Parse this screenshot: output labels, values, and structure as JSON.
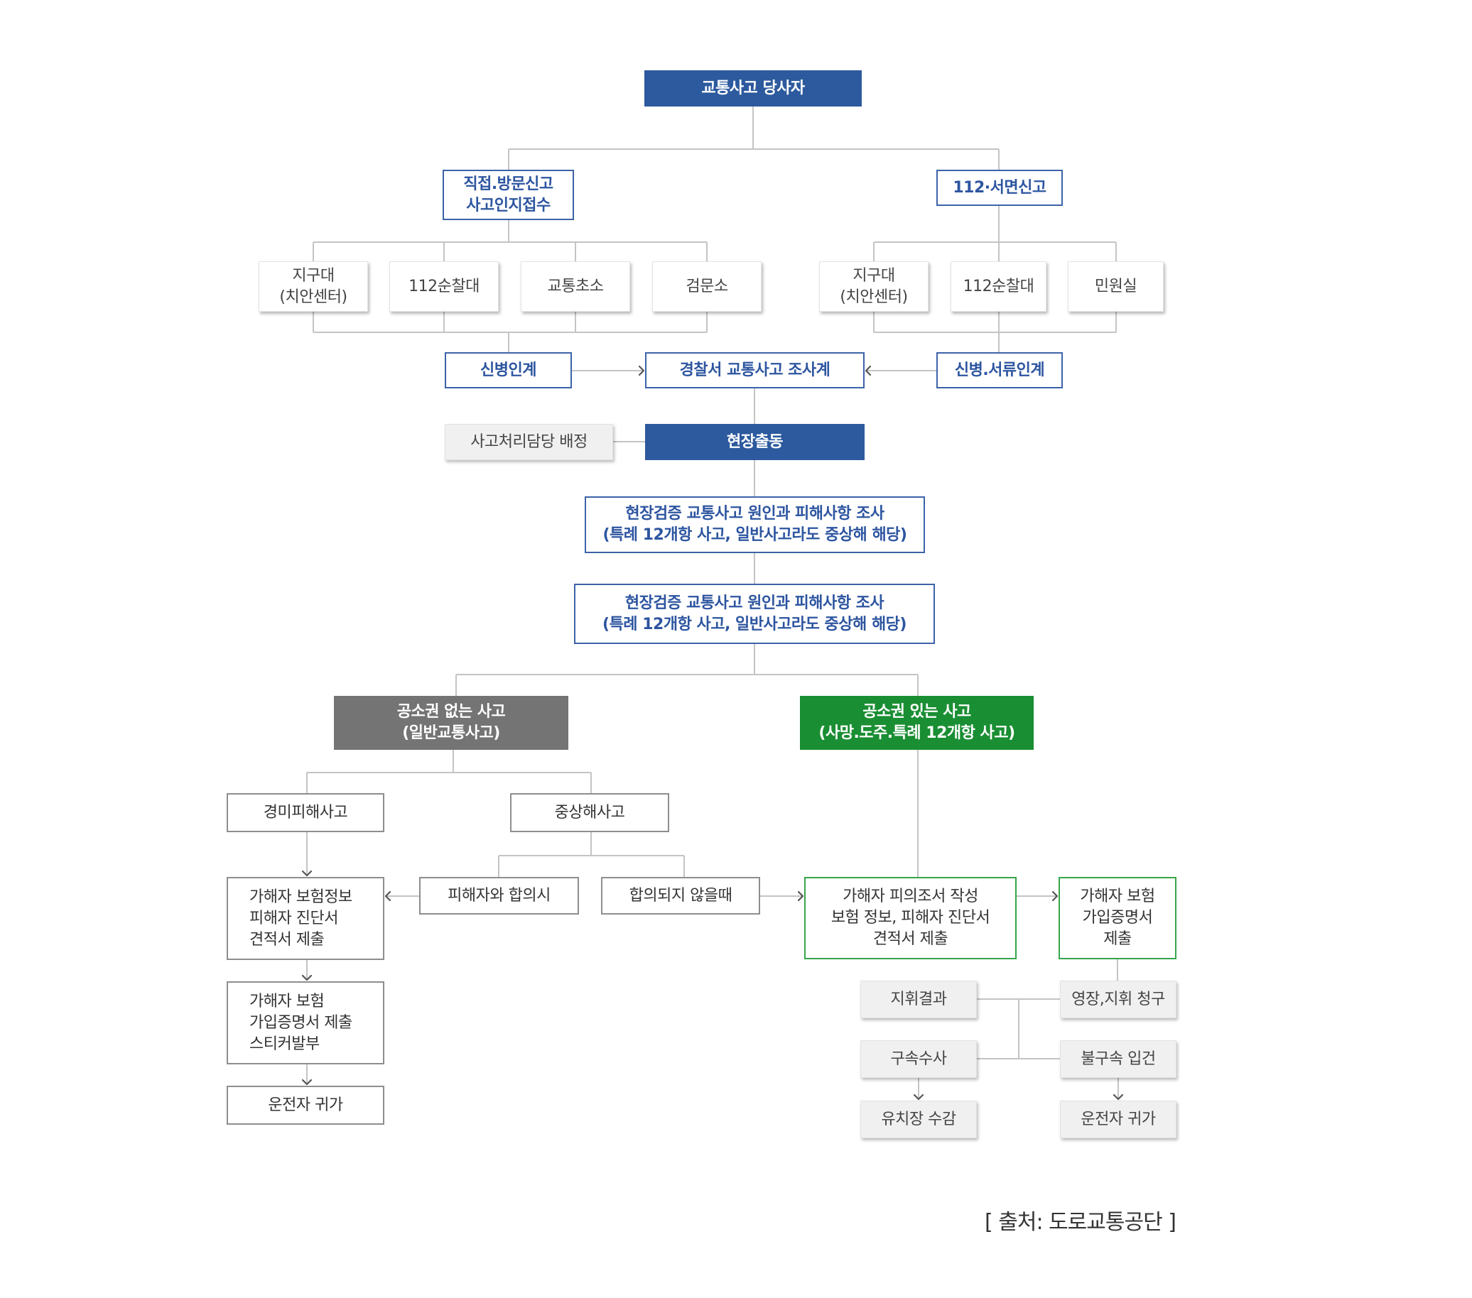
{
  "diagram": {
    "nodes": {
      "root": [
        "교통사고 당사자"
      ],
      "direct_report": [
        "직접.방문신고",
        "사고인지접수"
      ],
      "phone_report": [
        "112·서면신고"
      ],
      "l_jigudae": [
        "지구대",
        "(치안센터)"
      ],
      "l_patrol": [
        "112순찰대"
      ],
      "l_traffic": [
        "교통초소"
      ],
      "l_checkpoint": [
        "검문소"
      ],
      "r_jigudae": [
        "지구대",
        "(치안센터)"
      ],
      "r_patrol": [
        "112순찰대"
      ],
      "r_civil": [
        "민원실"
      ],
      "transfer_person": [
        "신병인계"
      ],
      "police_dept": [
        "경찰서 교통사고 조사계"
      ],
      "transfer_docs": [
        "신병.서류인계"
      ],
      "assign": [
        "사고처리담당 배정"
      ],
      "dispatch": [
        "현장출동"
      ],
      "inspect1": [
        "현장검증 교통사고 원인과 피해사항 조사",
        "(특례 12개항 사고, 일반사고라도 중상해 해당)"
      ],
      "inspect2": [
        "현장검증 교통사고 원인과 피해사항 조사",
        "(특례 12개항 사고, 일반사고라도 중상해 해당)"
      ],
      "no_prosecution": [
        "공소권 없는 사고",
        "(일반교통사고)"
      ],
      "prosecution": [
        "공소권 있는 사고",
        "(사망.도주.특례 12개항 사고)"
      ],
      "minor": [
        "경미피해사고"
      ],
      "serious": [
        "중상해사고"
      ],
      "agree": [
        "피해자와 합의시"
      ],
      "not_agree": [
        "합의되지 않을때"
      ],
      "submit_insurance": [
        "가해자 보험정보",
        "피해자 진단서",
        "견적서 제출"
      ],
      "submit_cert": [
        "가해자 보험",
        "가입증명서 제출",
        "스티커발부"
      ],
      "driver_home_left": [
        "운전자 귀가"
      ],
      "interrogation": [
        "가해자 피의조서 작성",
        "보험 정보, 피해자 진단서",
        "견적서 제출"
      ],
      "insurance_cert": [
        "가해자 보험",
        "가입증명서",
        "제출"
      ],
      "command_result": [
        "지휘결과"
      ],
      "warrant": [
        "영장,지휘 청구"
      ],
      "arrest": [
        "구속수사"
      ],
      "no_arrest": [
        "불구속 입건"
      ],
      "detention": [
        "유치장 수감"
      ],
      "driver_home_right": [
        "운전자 귀가"
      ]
    },
    "source": "[ 출처: 도로교통공단 ]"
  }
}
